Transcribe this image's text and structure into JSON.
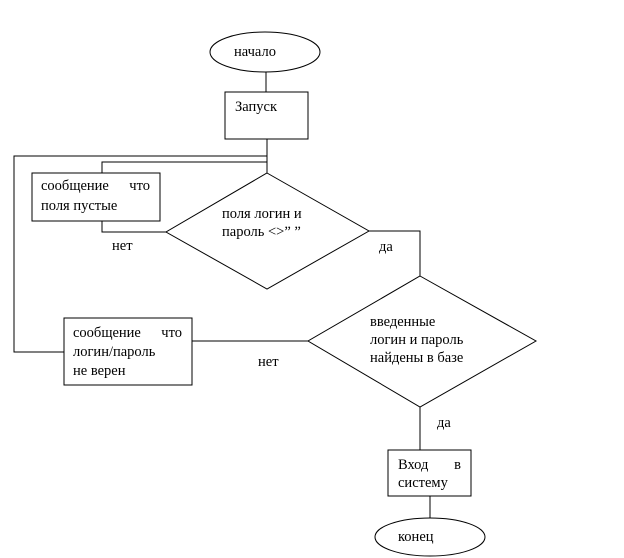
{
  "flowchart": {
    "start": "начало",
    "launch": "Запуск",
    "empty_check": {
      "line1": "поля логин и",
      "line2": "пароль <>” ”"
    },
    "empty_message": {
      "line1_word1": "сообщение",
      "line1_word2": "что",
      "line2": "поля пустые"
    },
    "empty_check_no": "нет",
    "empty_check_yes": "да",
    "db_check": {
      "line1": "введенные",
      "line2": "логин и пароль",
      "line3": "найдены в базе"
    },
    "wrong_message": {
      "line1_word1": "сообщение",
      "line1_word2": "что",
      "line2": "логин/пароль",
      "line3": "не верен"
    },
    "db_check_no": "нет",
    "db_check_yes": "да",
    "login": {
      "line1_word1": "Вход",
      "line1_word2": "в",
      "line2": "систему"
    },
    "end": "конец"
  }
}
